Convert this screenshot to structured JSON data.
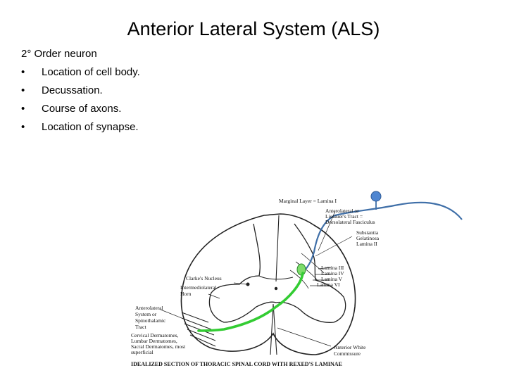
{
  "slide": {
    "title": "Anterior Lateral System (ALS)",
    "heading": "2° Order neuron",
    "bullet_glyph": "•",
    "bullets": [
      "Location of cell body.",
      "Decussation.",
      "Course of axons.",
      "Location of synapse."
    ]
  },
  "figure": {
    "labels": {
      "marginal_layer": "Marginal Layer = Lamina I",
      "tract_l1": "Anterolateral or",
      "tract_l2": "Lissauer's Tract =",
      "tract_l3": "Dorsolateral Fasciculus",
      "subst_l1": "Substantia",
      "subst_l2": "Gelatinosa",
      "subst_l3": "Lamina II",
      "lamina_3": "Lamina III",
      "lamina_4": "Lamina IV",
      "lamina_5": "Lamina V",
      "lamina_6": "Lamina VI",
      "clarke": "Clarke's Nucleus",
      "inter_l1": "Intermediolateral",
      "inter_l2": "Horn",
      "als_l1": "Anterolateral",
      "als_l2": "System or",
      "als_l3": "Spinothalamic",
      "als_l4": "Tract",
      "derm_l1": "Cervical Dermatomes,",
      "derm_l2": "Lumbar Dermatomes,",
      "derm_l3": "Sacral Dermatomes, most",
      "derm_l4": "superficial",
      "white_l1": "Anterior White",
      "white_l2": "Commissure",
      "caption": "IDEALIZED SECTION OF THORACIC SPINAL CORD WITH REXED'S LAMINAE"
    },
    "colors": {
      "axon_green": "#33cc33",
      "first_order_blue": "#3f6fa8",
      "cell_body_blue": "#4f86d1",
      "line_dark": "#222222"
    }
  }
}
